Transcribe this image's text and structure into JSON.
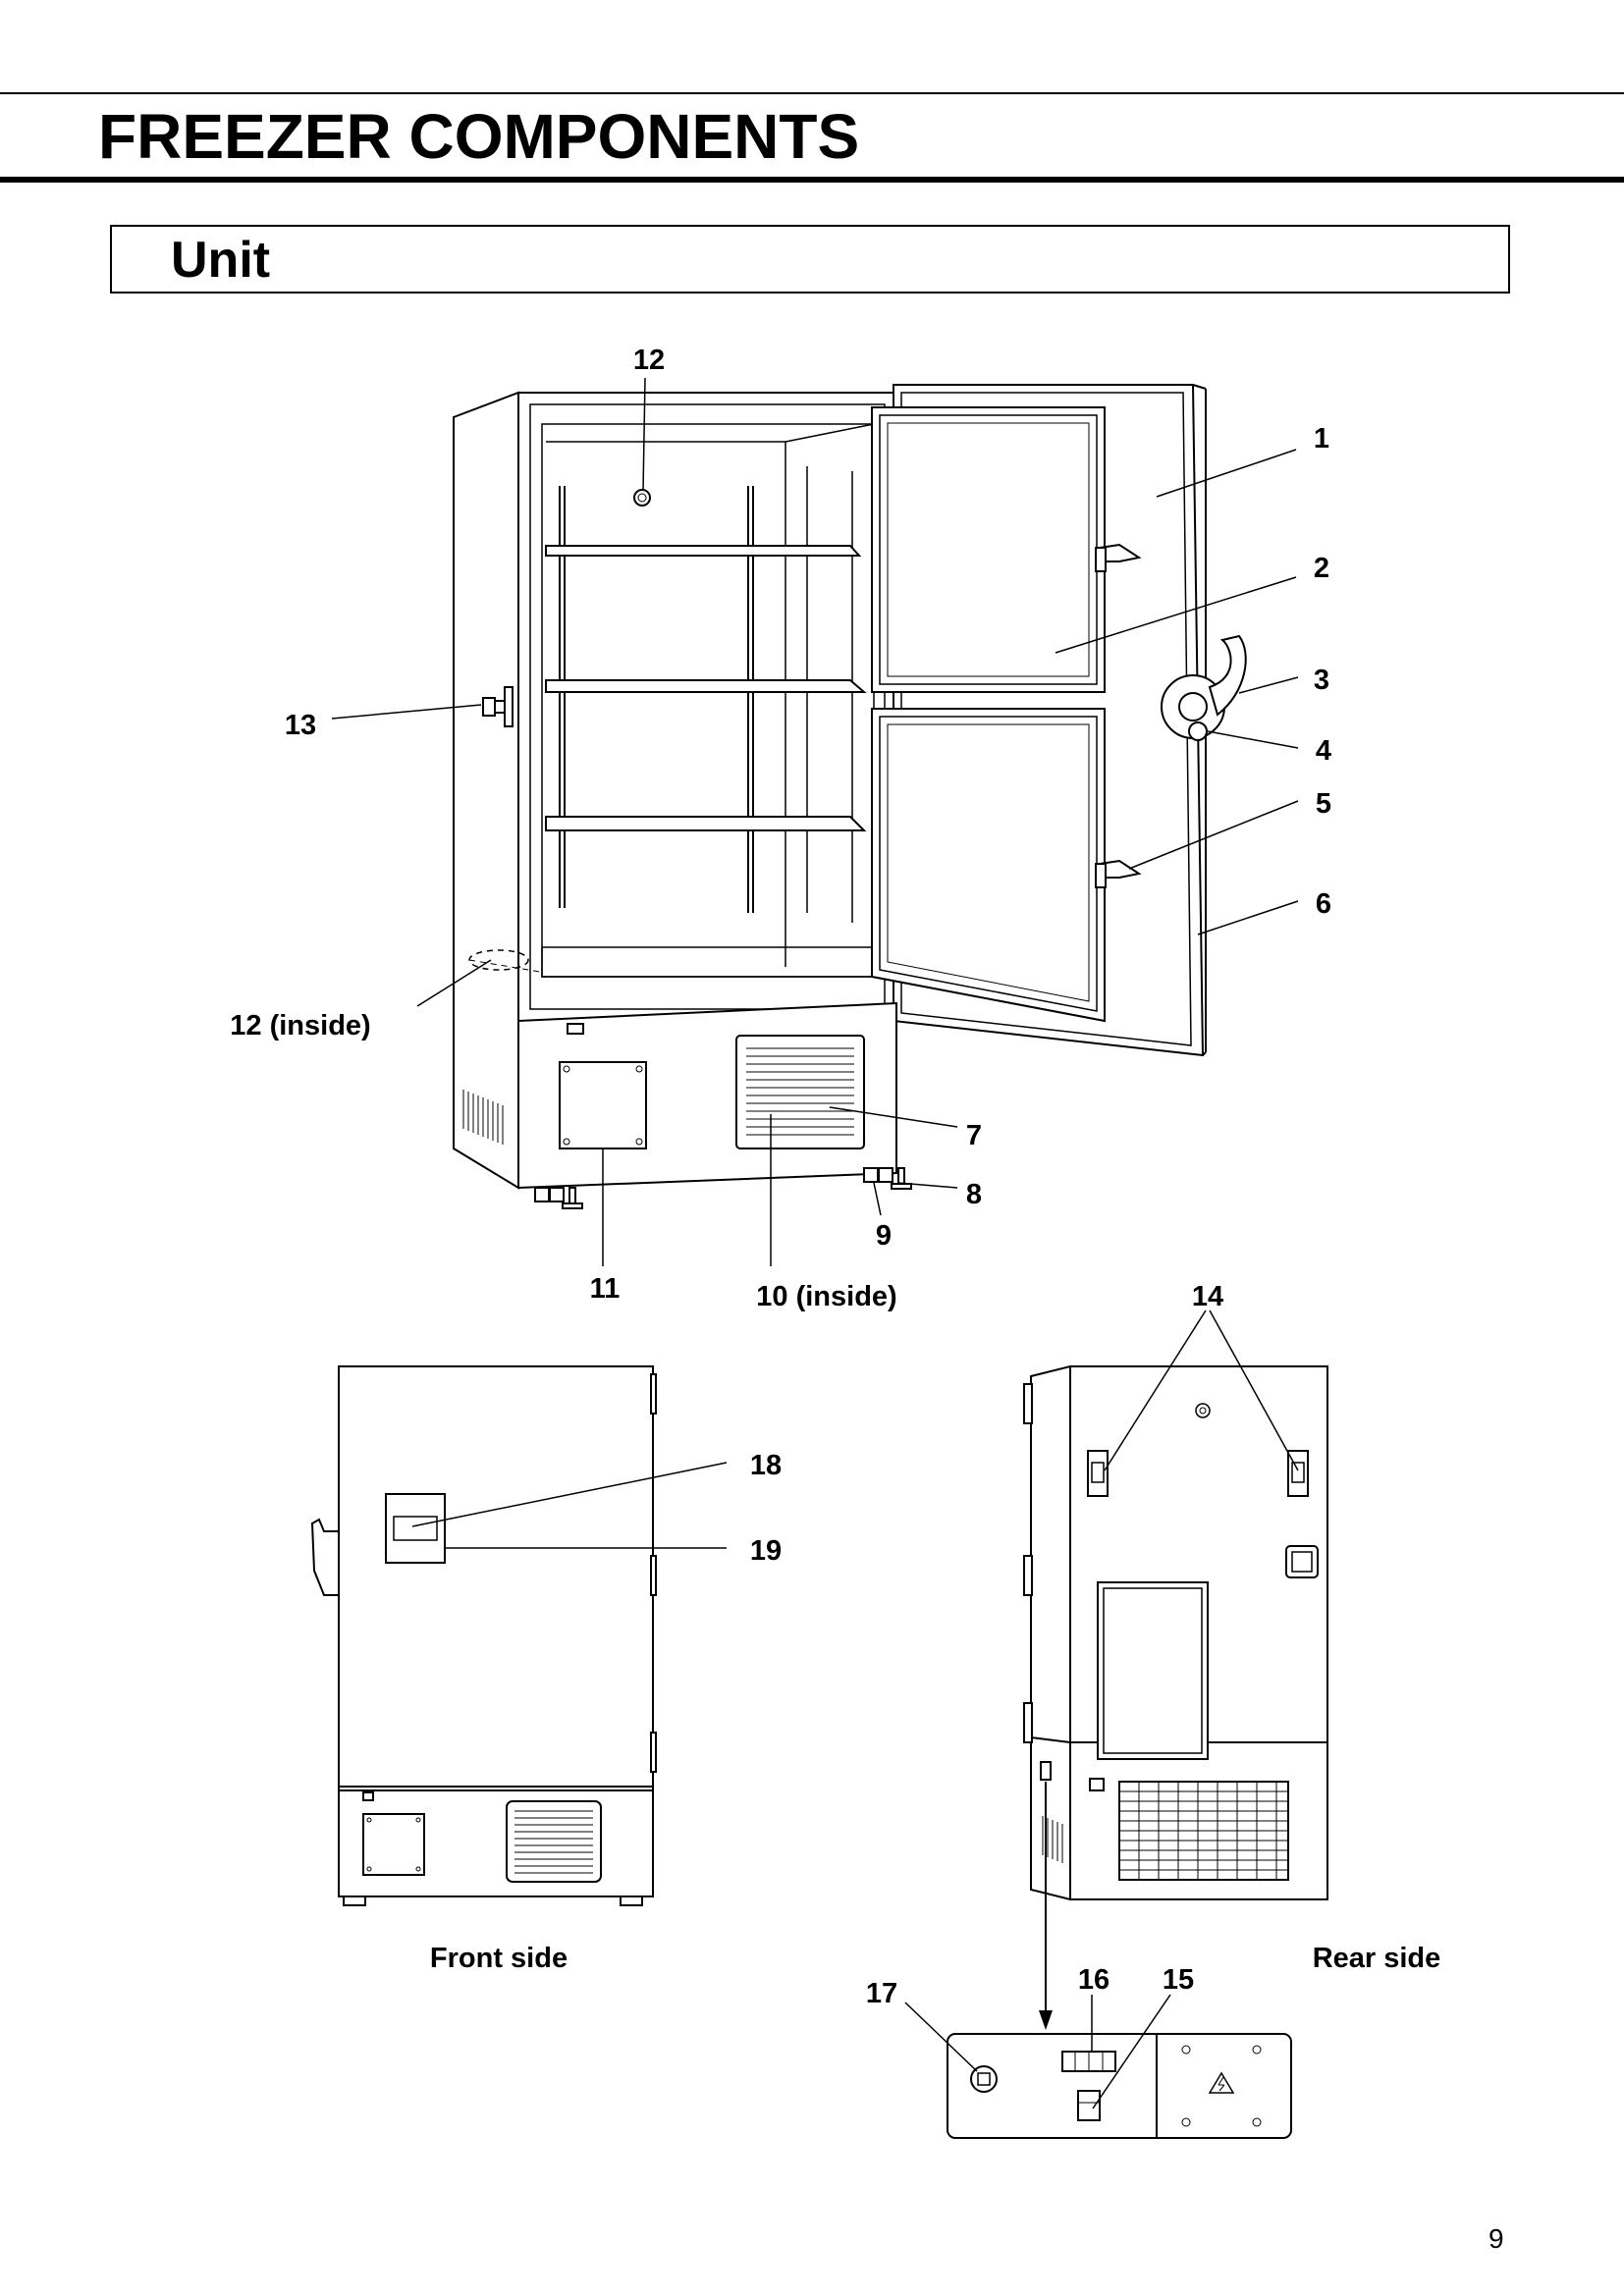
{
  "header": {
    "title": "FREEZER COMPONENTS"
  },
  "section": {
    "title": "Unit"
  },
  "callouts": [
    {
      "id": "c1",
      "text": "1"
    },
    {
      "id": "c2",
      "text": "2"
    },
    {
      "id": "c3",
      "text": "3"
    },
    {
      "id": "c4",
      "text": "4"
    },
    {
      "id": "c5",
      "text": "5"
    },
    {
      "id": "c6",
      "text": "6"
    },
    {
      "id": "c7",
      "text": "7"
    },
    {
      "id": "c8",
      "text": "8"
    },
    {
      "id": "c9",
      "text": "9"
    },
    {
      "id": "c10",
      "text": "10 (inside)"
    },
    {
      "id": "c11",
      "text": "11"
    },
    {
      "id": "c12top",
      "text": "12"
    },
    {
      "id": "c12inside",
      "text": "12 (inside)"
    },
    {
      "id": "c13",
      "text": "13"
    },
    {
      "id": "c14",
      "text": "14"
    },
    {
      "id": "c15",
      "text": "15"
    },
    {
      "id": "c16",
      "text": "16"
    },
    {
      "id": "c17",
      "text": "17"
    },
    {
      "id": "c18",
      "text": "18"
    },
    {
      "id": "c19",
      "text": "19"
    }
  ],
  "captions": {
    "front": "Front side",
    "rear": "Rear side"
  },
  "footer": {
    "page_number": "9"
  }
}
